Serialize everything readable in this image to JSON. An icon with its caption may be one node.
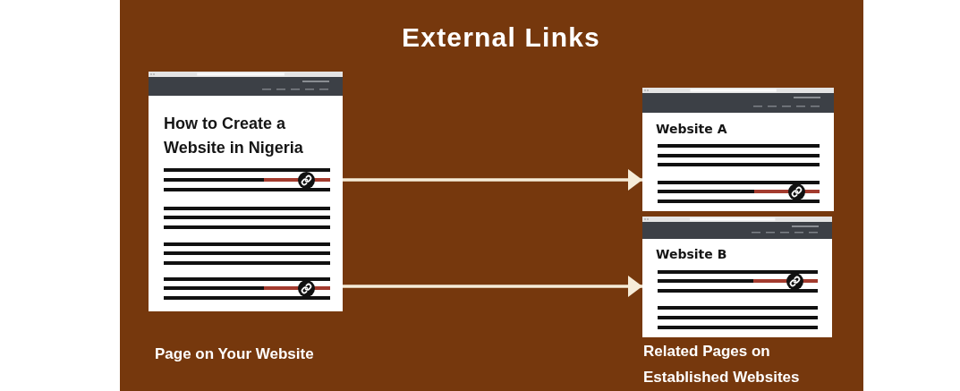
{
  "diagram": {
    "title": "External Links",
    "nodes": [
      {
        "text": [
          "How to Create a Website in Nigeria"
        ],
        "beside": [
          "Page on Your Website"
        ]
      },
      {
        "text": [
          "Website A"
        ]
      },
      {
        "text": [
          "Website B"
        ]
      }
    ],
    "edges": [
      {
        "from": 0,
        "to": 1,
        "arrow": "to"
      },
      {
        "from": 0,
        "to": 2,
        "arrow": "to"
      }
    ],
    "labels": [
      "Related Pages on Established Websites"
    ]
  }
}
